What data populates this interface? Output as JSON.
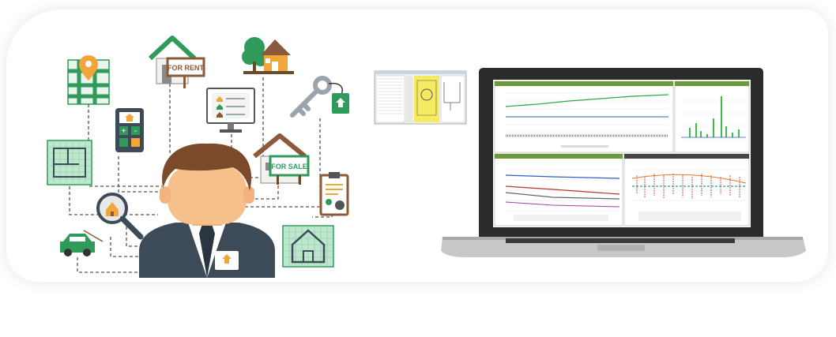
{
  "signs": {
    "for_rent": "FOR RENT",
    "for_sale": "FOR SALE"
  },
  "icons": [
    "map-pin-icon",
    "for-rent-house-icon",
    "trees-house-icon",
    "calculator-icon",
    "listing-monitor-icon",
    "key-tag-icon",
    "blueprint-icon",
    "for-sale-house-icon",
    "magnifier-house-icon",
    "clipboard-icon",
    "car-icon",
    "house-plan-icon",
    "agent-avatar"
  ],
  "colors": {
    "green": "#2f9a5a",
    "green_dark": "#237a45",
    "roof_brown": "#8a5a3a",
    "orange": "#f0a63a",
    "suit": "#3d4a57",
    "skin": "#f6c08a",
    "hair": "#7a4a2a",
    "blueprint": "#8fd4a9",
    "laptop_frame": "#2b2b2b",
    "panel_header": "#6a9a3a"
  },
  "dashboard": {
    "panels": [
      {
        "id": "top-left",
        "type": "line"
      },
      {
        "id": "top-right",
        "type": "bar"
      },
      {
        "id": "bottom-left",
        "type": "line"
      },
      {
        "id": "bottom-right",
        "type": "scatter"
      }
    ]
  }
}
